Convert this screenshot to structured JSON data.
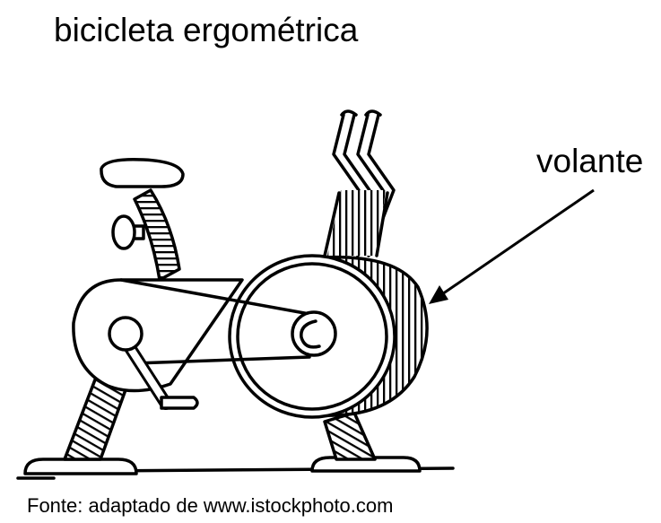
{
  "title": "bicicleta ergométrica",
  "label": "volante",
  "source": "Fonte: adaptado de www.istockphoto.com",
  "colors": {
    "ink": "#000000",
    "background": "#ffffff"
  },
  "icons": [
    "exercise-bike-illustration",
    "arrow-icon"
  ]
}
